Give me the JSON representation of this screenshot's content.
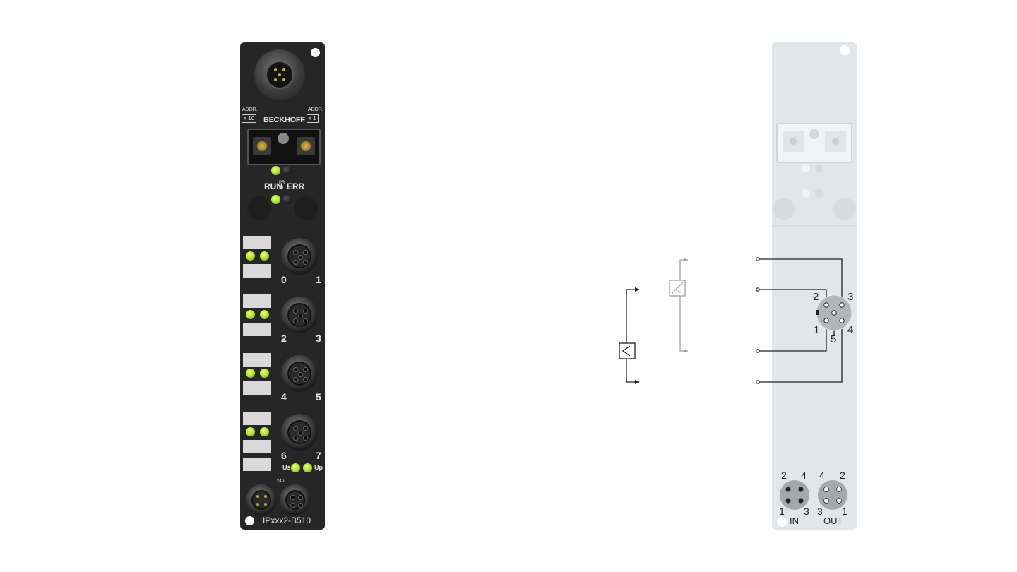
{
  "module": {
    "brand": "BECKHOFF",
    "addr_left_title": "ADDR.",
    "addr_left_mult": "x 10",
    "addr_right_title": "ADDR.",
    "addr_right_mult": "x 1",
    "run_label": "RUN",
    "pr_label_top": "PR",
    "pr_label_bottom": "IO",
    "err_label": "ERR",
    "port_labels": [
      [
        "0",
        "1"
      ],
      [
        "2",
        "3"
      ],
      [
        "4",
        "5"
      ],
      [
        "6",
        "7"
      ]
    ],
    "us_label": "Us",
    "up_label": "Up",
    "power_label": "24 V",
    "model": "IPxxx2-B510",
    "led_color": "#a8e01c",
    "housing_color": "#262626"
  },
  "diagram": {
    "pin_numbers": {
      "p1": "1",
      "p2": "2",
      "p3": "3",
      "p4": "4",
      "p5": "5"
    },
    "power_in": {
      "label": "IN",
      "tl": "2",
      "tr": "4",
      "bl": "1",
      "br": "3"
    },
    "power_out": {
      "label": "OUT",
      "tl": "4",
      "tr": "2",
      "bl": "3",
      "br": "1"
    },
    "line_color": "#222222",
    "faded_color": "#9a9a9a"
  }
}
